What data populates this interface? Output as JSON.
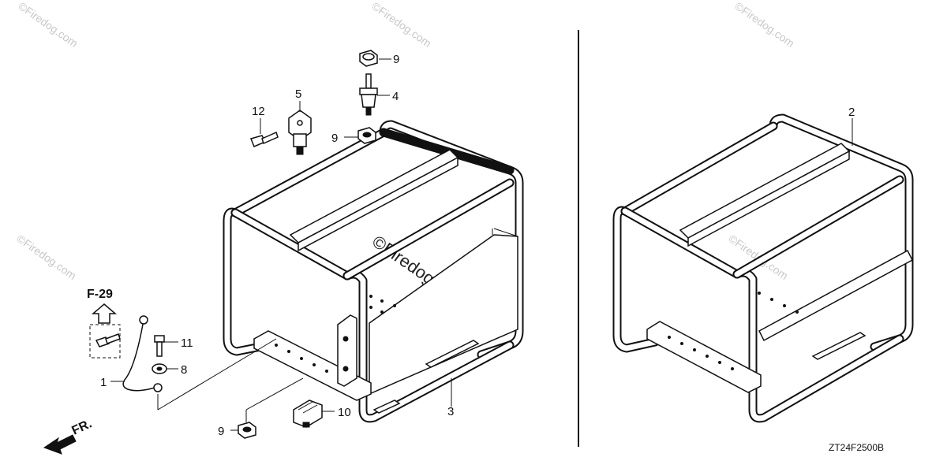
{
  "watermark": {
    "text": "©Firedog.com",
    "center_text": "©Firedog.com"
  },
  "reference": {
    "label": "F-29"
  },
  "direction": {
    "label": "FR."
  },
  "diagram_code": "ZT24F2500B",
  "callouts": {
    "c1": "1",
    "c2": "2",
    "c3": "3",
    "c4": "4",
    "c5": "5",
    "c8": "8",
    "c9_top": "9",
    "c9_mid": "9",
    "c9_bottom": "9",
    "c10": "10",
    "c11": "11",
    "c12": "12"
  }
}
